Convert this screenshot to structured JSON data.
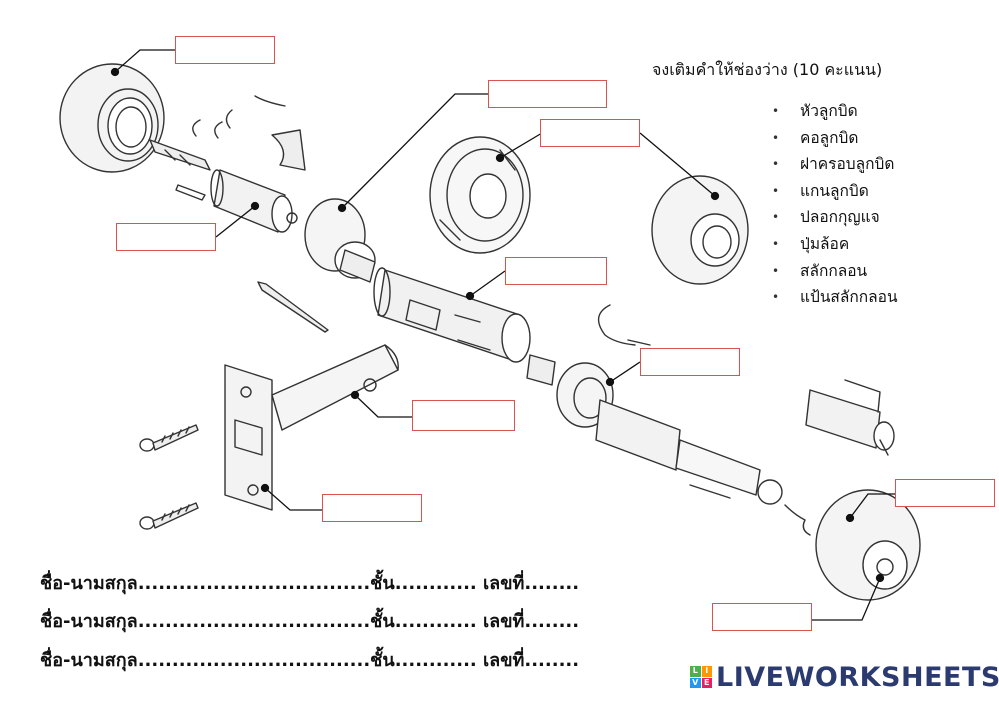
{
  "instructions": "จงเติมคำให้ช่องว่าง (10 คะแนน)",
  "word_bank": [
    "หัวลูกบิด",
    "คอลูกบิด",
    "ฝาครอบลูกบิด",
    "แกนลูกบิด",
    "ปลอกกุญแจ",
    "ปุ่มล้อค",
    "สลักกลอน",
    "แป้นสลักกลอน"
  ],
  "answer_boxes": [
    "",
    "",
    "",
    "",
    "",
    "",
    "",
    "",
    "",
    ""
  ],
  "student_lines": [
    "ชื่อ-นามสกุล..................................ชั้น............ เลขที่........",
    "ชื่อ-นามสกุล..................................ชั้น............ เลขที่........",
    "ชื่อ-นามสกุล..................................ชั้น............ เลขที่........"
  ],
  "brand": {
    "name": "LIVEWORKSHEETS",
    "logo_letters": [
      "L",
      "I",
      "V",
      "E"
    ],
    "logo_colors": [
      "#4caf50",
      "#ff9800",
      "#2196f3",
      "#e91e63"
    ],
    "text_color": "#2b3b6f"
  },
  "colors": {
    "answer_box_border": "#d9534f",
    "line_art": "#333333",
    "leader_line": "#111111"
  }
}
